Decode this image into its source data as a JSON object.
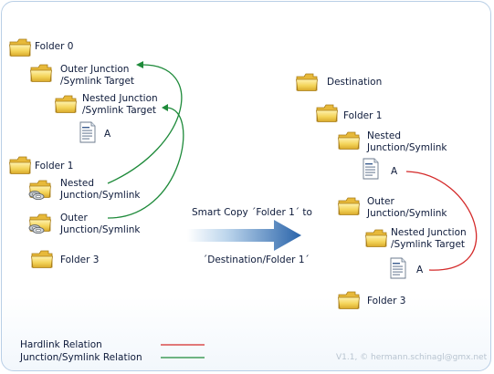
{
  "left": {
    "folder0": "Folder 0",
    "outer_target_l1": "Outer Junction",
    "outer_target_l2": "/Symlink Target",
    "nested_target_l1": "Nested Junction",
    "nested_target_l2": "/Symlink Target",
    "file_a": "A",
    "folder1": "Folder 1",
    "nested_link_l1": "Nested",
    "nested_link_l2": "Junction/Symlink",
    "outer_link_l1": "Outer",
    "outer_link_l2": "Junction/Symlink",
    "folder3": "Folder 3"
  },
  "arrow": {
    "line1": "Smart Copy ´Folder 1´ to",
    "line2": "´Destination/Folder 1´"
  },
  "right": {
    "destination": "Destination",
    "folder1": "Folder 1",
    "nested_l1": "Nested",
    "nested_l2": "Junction/Symlink",
    "file_a1": "A",
    "outer_l1": "Outer",
    "outer_l2": "Junction/Symlink",
    "nested_target_l1": "Nested Junction",
    "nested_target_l2": "/Symlink Target",
    "file_a2": "A",
    "folder3": "Folder 3"
  },
  "legend": {
    "hardlink": "Hardlink Relation",
    "junction": "Junction/Symlink Relation"
  },
  "credit": "V1.1, © hermann.schinagl@gmx.net",
  "colors": {
    "hardlink": "#d42a2a",
    "junction": "#1e8a3a",
    "folder": "#f2cf4a",
    "arrow": "#2c6fb3"
  }
}
